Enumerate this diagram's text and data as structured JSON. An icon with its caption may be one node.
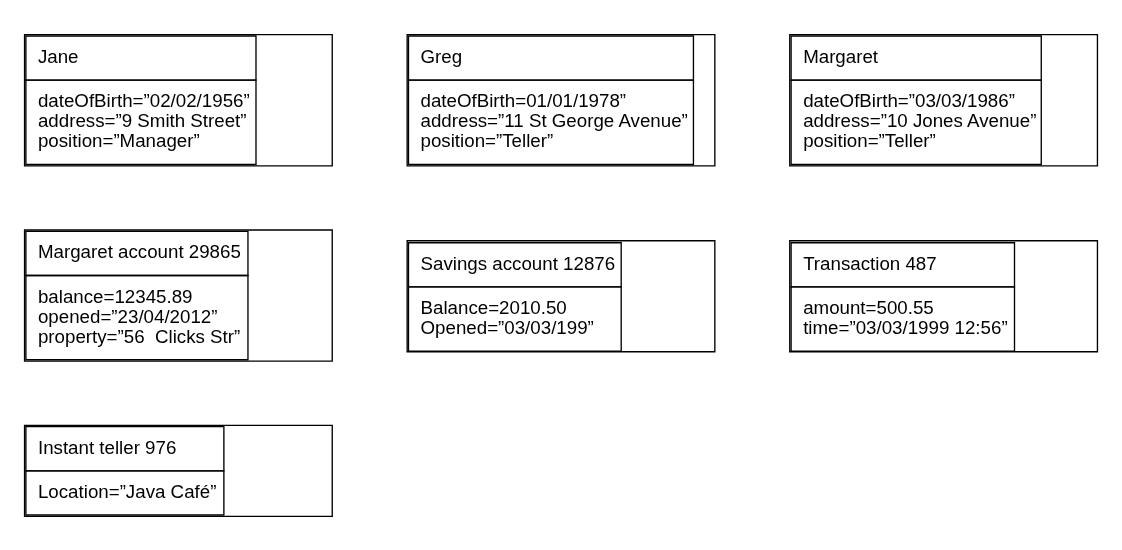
{
  "diagram": {
    "nodes": [
      {
        "text": [
          "Jane",
          "dateOfBirth=”02/02/1956” address=”9 Smith Street” position=”Manager”"
        ]
      },
      {
        "text": [
          "Savings account 12876",
          "Balance=2010.50 Opened=”03/03/199”"
        ]
      },
      {
        "text": [
          "Greg",
          "dateOfBirth=01/01/1978” address=”11 St George Avenue” position=”Teller”"
        ]
      },
      {
        "text": [
          "Margaret",
          "dateOfBirth=”03/03/1986” address=”10 Jones Avenue” position=”Teller”"
        ]
      },
      {
        "text": [
          "Instant teller 976",
          "Location=”Java Café”"
        ]
      },
      {
        "text": [
          "Margaret account 29865",
          "balance=12345.89 opened=”23/04/2012” property=”56  Clicks Str”"
        ]
      },
      {
        "text": [
          "Transaction 487",
          "amount=500.55 time=”03/03/1999 12:56”"
        ]
      }
    ]
  }
}
